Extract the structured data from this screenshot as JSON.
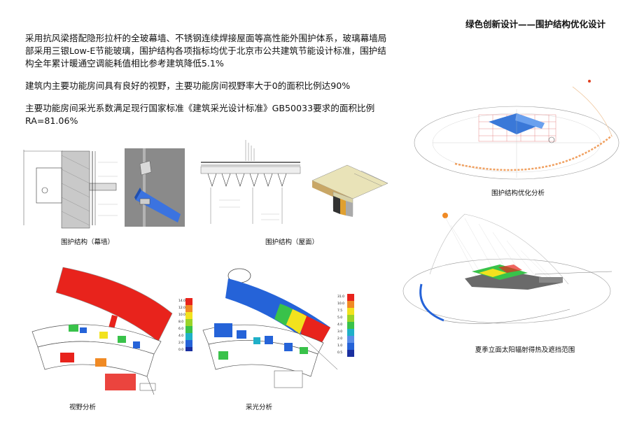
{
  "header": {
    "title": "绿色创新设计——围护结构优化设计"
  },
  "paragraphs": [
    "采用抗风梁搭配隐形拉杆的全玻幕墙、不锈钢连续焊接屋面等高性能外围护体系，玻璃幕墙局部采用三银Low-E节能玻璃，围护结构各项指标均优于北京市公共建筑节能设计标准，围护结构全年累计暖通空调能耗值相比参考建筑降低5.1%",
    "建筑内主要功能房间具有良好的视野，主要功能房间视野率大于0的面积比例达90%",
    "主要功能房间采光系数满足现行国家标准《建筑采光设计标准》GB50033要求的面积比例RA=81.06%"
  ],
  "captions": {
    "curtain_wall": "围护结构（幕墙）",
    "roof": "围护结构（屋面）",
    "view": "视野分析",
    "daylight": "采光分析",
    "envelope": "围护结构优化分析",
    "solar": "夏季立面太阳辐射得热及遮挡范围"
  },
  "legends": {
    "view": [
      "14.0",
      "12.0",
      "10.0",
      "8.0",
      "6.0",
      "4.0",
      "2.0",
      "0.0"
    ],
    "daylight": [
      "31.0",
      "10.0",
      "7.5",
      "5.0",
      "4.0",
      "3.0",
      "2.0",
      "1.0",
      "0.5"
    ]
  },
  "colors": {
    "red": "#e8231c",
    "blue": "#2563d8",
    "green": "#39c24a",
    "yellow": "#f2e21e",
    "orange": "#f08a24"
  }
}
